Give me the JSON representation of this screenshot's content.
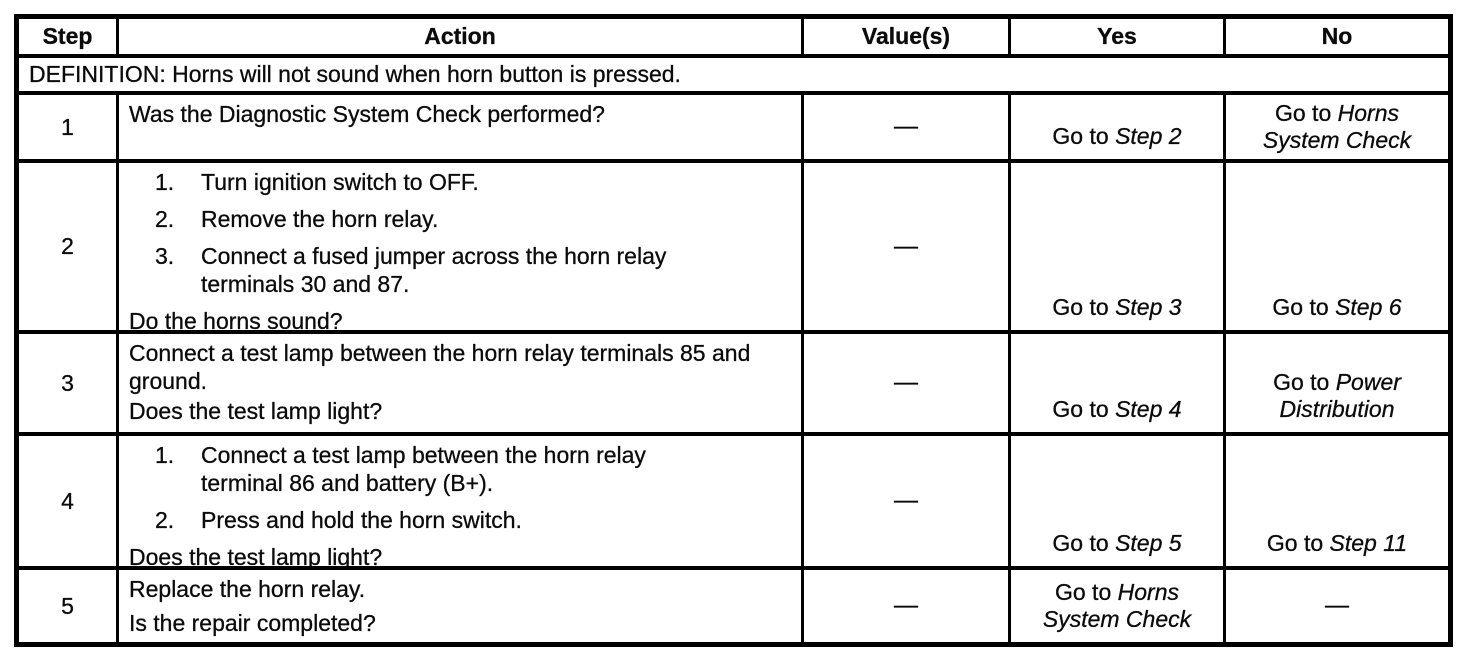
{
  "table": {
    "headers": {
      "step": "Step",
      "action": "Action",
      "values": "Value(s)",
      "yes": "Yes",
      "no": "No"
    },
    "definition": "DEFINITION: Horns will not sound when horn button is pressed.",
    "rows": [
      {
        "step": "1",
        "action": {
          "question": "Was the Diagnostic System Check performed?"
        },
        "value": "—",
        "yes": {
          "prefix": "Go to ",
          "target": "Step 2"
        },
        "no": {
          "prefix": "Go to ",
          "target": "Horns System Check"
        }
      },
      {
        "step": "2",
        "action": {
          "items": [
            {
              "num": "1.",
              "text": "Turn ignition switch to OFF."
            },
            {
              "num": "2.",
              "text": "Remove the horn relay."
            },
            {
              "num": "3.",
              "text": "Connect a fused jumper across the horn relay terminals 30 and 87."
            }
          ],
          "question": "Do the horns sound?"
        },
        "value": "—",
        "yes": {
          "prefix": "Go to ",
          "target": "Step 3"
        },
        "no": {
          "prefix": "Go to ",
          "target": "Step 6"
        }
      },
      {
        "step": "3",
        "action": {
          "text": "Connect a test lamp between the horn relay terminals 85 and ground.",
          "question": "Does the test lamp light?"
        },
        "value": "—",
        "yes": {
          "prefix": "Go to ",
          "target": "Step 4"
        },
        "no": {
          "prefix": "Go to ",
          "target": "Power Distribution"
        }
      },
      {
        "step": "4",
        "action": {
          "items": [
            {
              "num": "1.",
              "text": "Connect a test lamp between the horn relay terminal 86 and battery (B+)."
            },
            {
              "num": "2.",
              "text": "Press and hold the horn switch."
            }
          ],
          "question": "Does the test lamp light?"
        },
        "value": "—",
        "yes": {
          "prefix": "Go to ",
          "target": "Step 5"
        },
        "no": {
          "prefix": "Go to ",
          "target": "Step 11"
        }
      },
      {
        "step": "5",
        "action": {
          "text": "Replace the horn relay.",
          "question": "Is the repair completed?"
        },
        "value": "—",
        "yes": {
          "prefix": "Go to ",
          "target": "Horns System Check"
        },
        "no": "—"
      }
    ]
  }
}
